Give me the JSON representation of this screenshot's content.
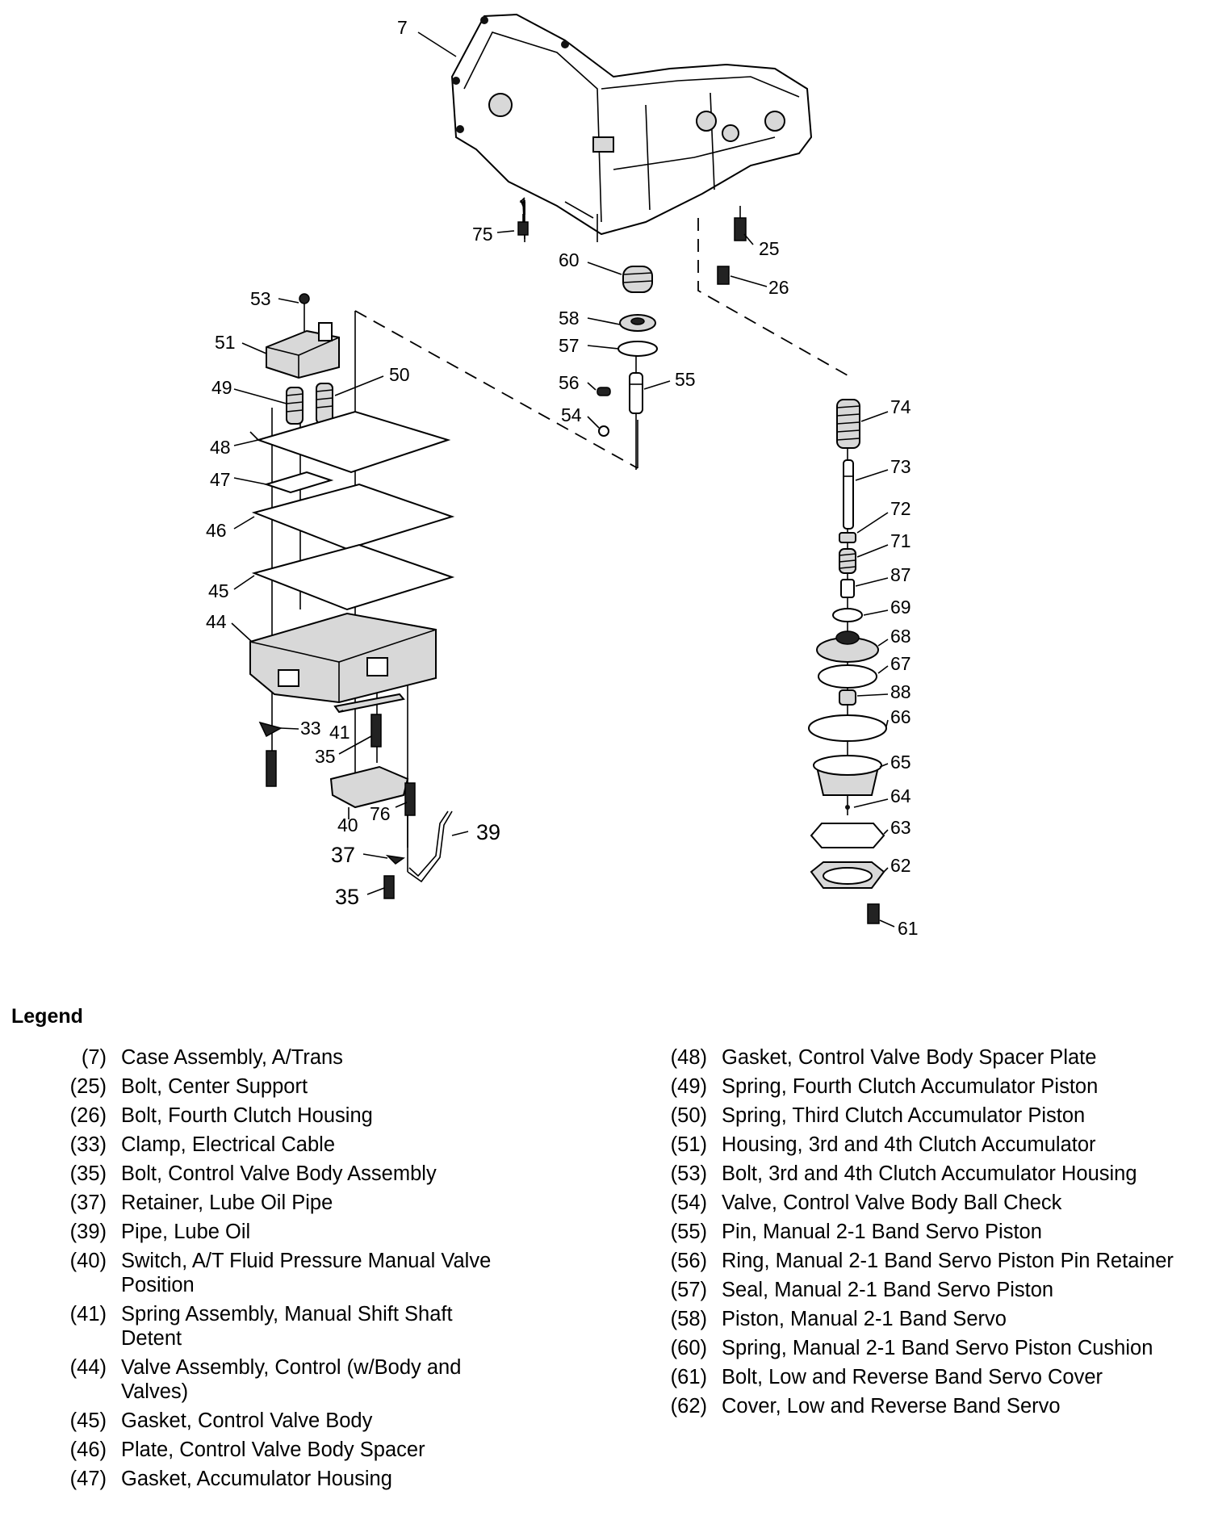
{
  "legend": {
    "title": "Legend",
    "left": [
      {
        "num": "(7)",
        "desc": "Case Assembly, A/Trans"
      },
      {
        "num": "(25)",
        "desc": "Bolt, Center Support"
      },
      {
        "num": "(26)",
        "desc": "Bolt, Fourth Clutch Housing"
      },
      {
        "num": "(33)",
        "desc": "Clamp, Electrical Cable"
      },
      {
        "num": "(35)",
        "desc": "Bolt, Control Valve Body Assembly"
      },
      {
        "num": "(37)",
        "desc": "Retainer, Lube Oil Pipe"
      },
      {
        "num": "(39)",
        "desc": "Pipe, Lube Oil"
      },
      {
        "num": "(40)",
        "desc": "Switch, A/T Fluid Pressure Manual Valve Position"
      },
      {
        "num": "(41)",
        "desc": "Spring Assembly, Manual Shift Shaft Detent"
      },
      {
        "num": "(44)",
        "desc": "Valve Assembly, Control (w/Body and Valves)"
      },
      {
        "num": "(45)",
        "desc": "Gasket, Control Valve Body"
      },
      {
        "num": "(46)",
        "desc": "Plate, Control Valve Body Spacer"
      },
      {
        "num": "(47)",
        "desc": "Gasket, Accumulator Housing"
      }
    ],
    "right": [
      {
        "num": "(48)",
        "desc": "Gasket, Control Valve Body Spacer Plate"
      },
      {
        "num": "(49)",
        "desc": "Spring, Fourth Clutch Accumulator Piston"
      },
      {
        "num": "(50)",
        "desc": "Spring, Third Clutch Accumulator Piston"
      },
      {
        "num": "(51)",
        "desc": "Housing, 3rd and 4th Clutch Accumulator"
      },
      {
        "num": "(53)",
        "desc": "Bolt, 3rd and 4th Clutch Accumulator Housing"
      },
      {
        "num": "(54)",
        "desc": "Valve, Control Valve Body Ball Check"
      },
      {
        "num": "(55)",
        "desc": "Pin, Manual 2-1 Band Servo Piston"
      },
      {
        "num": "(56)",
        "desc": "Ring, Manual 2-1 Band Servo Piston Pin Retainer"
      },
      {
        "num": "(57)",
        "desc": "Seal, Manual 2-1 Band Servo Piston"
      },
      {
        "num": "(58)",
        "desc": "Piston, Manual 2-1 Band Servo"
      },
      {
        "num": "(60)",
        "desc": "Spring, Manual 2-1 Band Servo Piston Cushion"
      },
      {
        "num": "(61)",
        "desc": "Bolt, Low and Reverse Band Servo Cover"
      },
      {
        "num": "(62)",
        "desc": "Cover, Low and Reverse Band Servo"
      }
    ]
  },
  "callouts": {
    "c7": "7",
    "c75": "75",
    "c60": "60",
    "c25": "25",
    "c26": "26",
    "c53": "53",
    "c51": "51",
    "c49": "49",
    "c50": "50",
    "c58": "58",
    "c57": "57",
    "c56": "56",
    "c55": "55",
    "c54": "54",
    "c48": "48",
    "c47": "47",
    "c46": "46",
    "c45": "45",
    "c44": "44",
    "c74": "74",
    "c73": "73",
    "c72": "72",
    "c71": "71",
    "c87": "87",
    "c69": "69",
    "c68": "68",
    "c67": "67",
    "c88": "88",
    "c66": "66",
    "c65": "65",
    "c64": "64",
    "c63": "63",
    "c62": "62",
    "c61": "61",
    "c33": "33",
    "c41": "41",
    "c35a": "35",
    "c40": "40",
    "c76": "76",
    "c39": "39",
    "c37": "37",
    "c35b": "35"
  }
}
